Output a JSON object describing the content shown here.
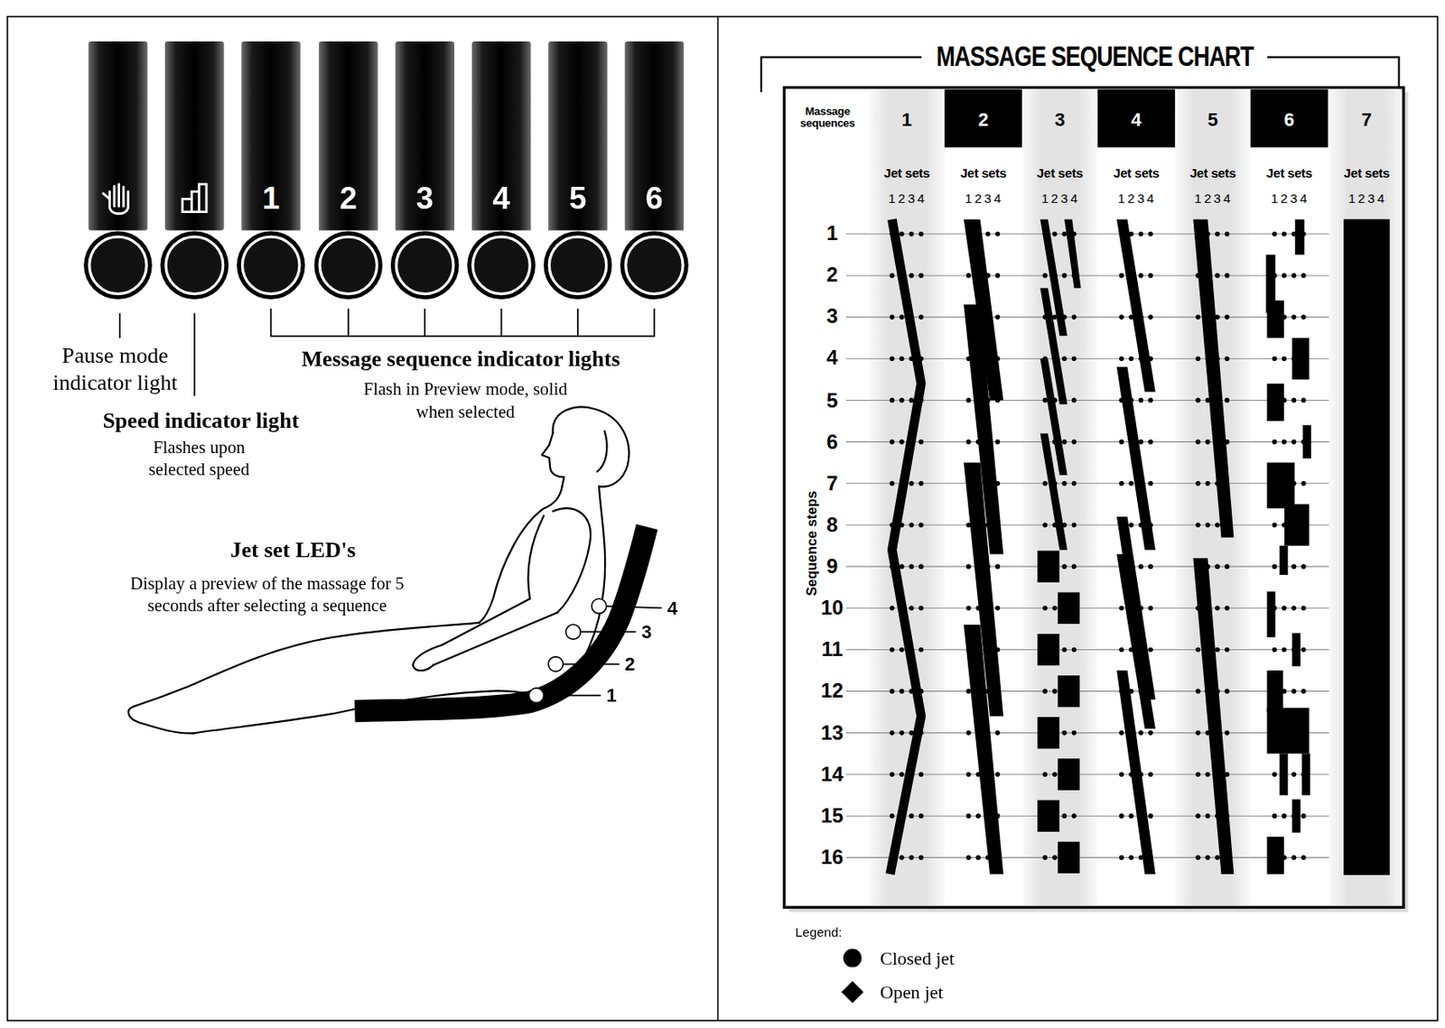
{
  "diagram": {
    "title": "MASSAGE SEQUENCE CHART",
    "nodes": [
      {
        "text": [
          "1"
        ]
      },
      {
        "text": [
          "2"
        ]
      },
      {
        "text": [
          "3"
        ]
      },
      {
        "text": [
          "4"
        ]
      },
      {
        "text": [
          "5"
        ]
      },
      {
        "text": [
          "6"
        ]
      }
    ],
    "labels": [
      "Pause mode indicator light",
      "Speed indicator light",
      "Flashes upon selected speed",
      "Message sequence indicator lights",
      "Flash in Preview mode, solid when selected",
      "Jet set LED's",
      "Display a preview of the massage for 5 seconds after selecting a sequence",
      "4",
      "3",
      "2",
      "1",
      "Massage sequences",
      "1",
      "2",
      "3",
      "4",
      "5",
      "6",
      "7",
      "Jet sets",
      "Jet sets",
      "Jet sets",
      "Jet sets",
      "Jet sets",
      "Jet sets",
      "Jet sets",
      "1234",
      "1234",
      "1234",
      "1234",
      "1234",
      "1234",
      "1234",
      "1",
      "2",
      "3",
      "4",
      "5",
      "6",
      "7",
      "8",
      "9",
      "10",
      "11",
      "12",
      "13",
      "14",
      "15",
      "16",
      "Sequence steps",
      "Legend:"
    ],
    "legend": [
      {
        "text": "Closed jet"
      },
      {
        "text": "Open jet"
      }
    ]
  }
}
